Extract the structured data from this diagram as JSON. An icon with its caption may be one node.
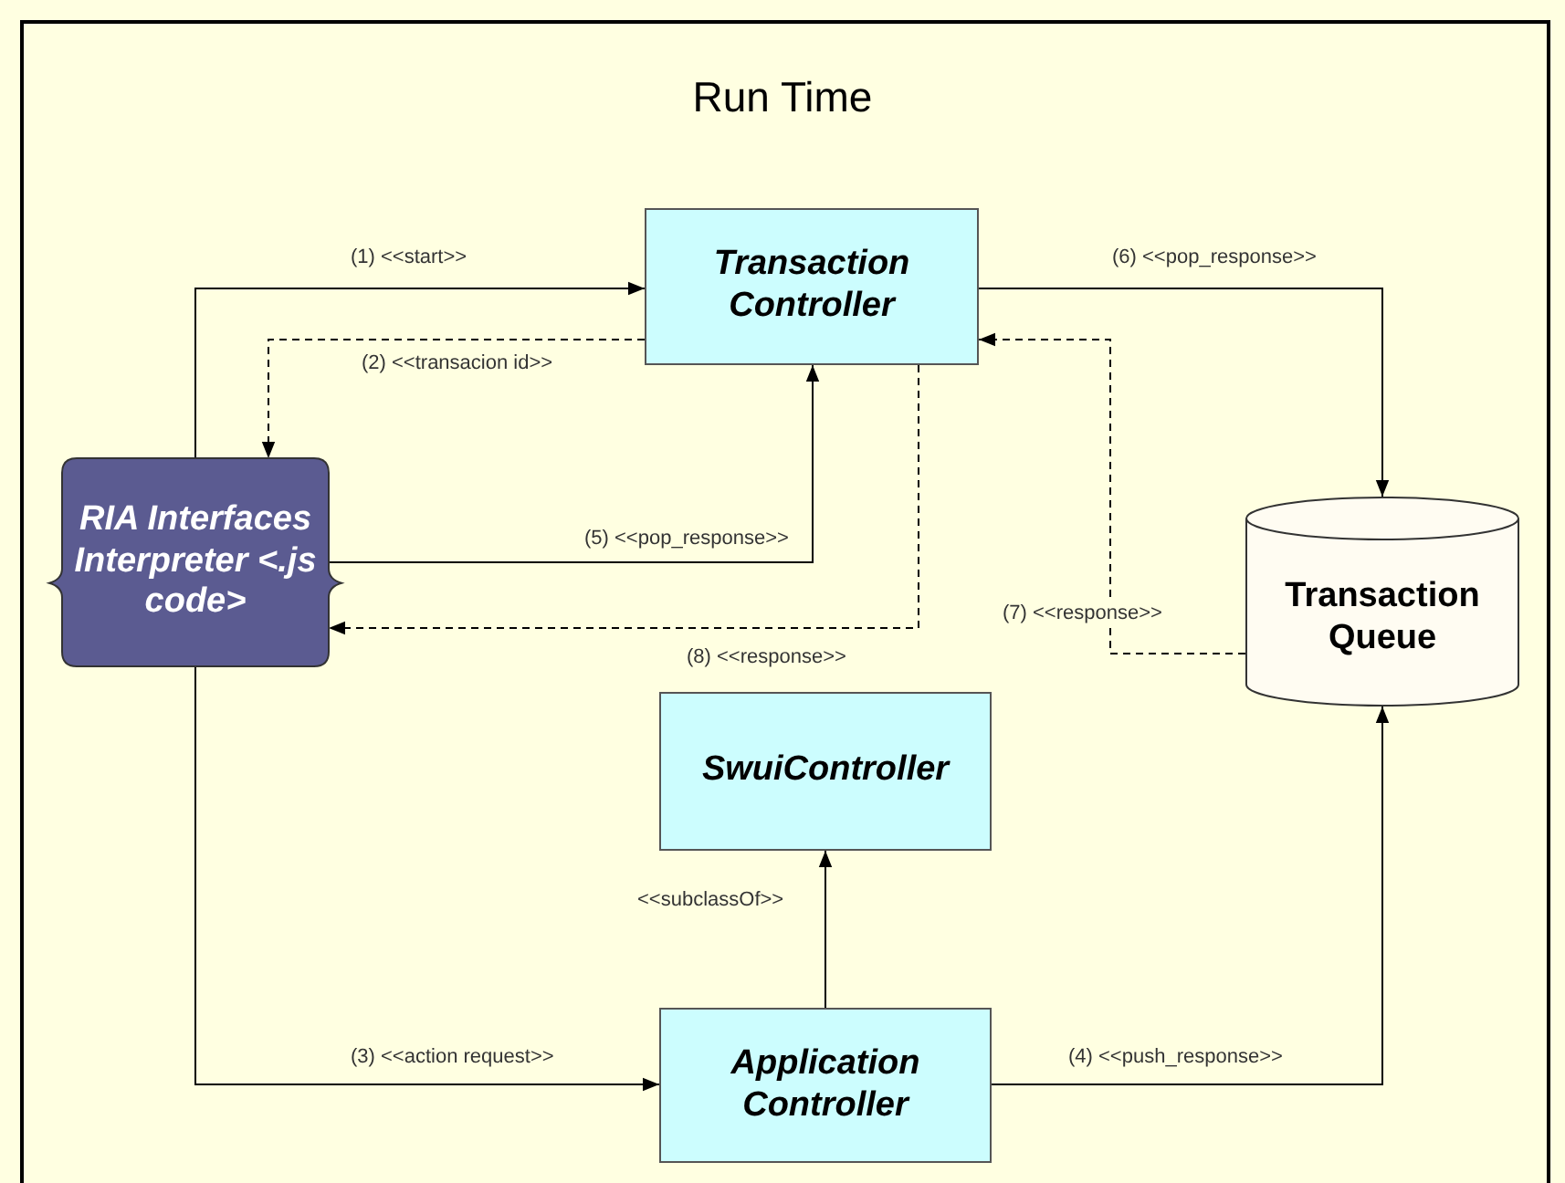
{
  "diagram": {
    "title": "Run Time",
    "nodes": [
      {
        "text": [
          "Transaction Controller"
        ]
      },
      {
        "text": [
          "RIA Interfaces Interpreter <.js code>"
        ]
      },
      {
        "text": [
          "Transaction Queue"
        ]
      },
      {
        "text": [
          "SwuiController"
        ]
      },
      {
        "text": [
          "Application Controller"
        ]
      }
    ],
    "edges": [
      {
        "from": 1,
        "to": 0,
        "arrow": "to",
        "label": "(1) <<start>>"
      },
      {
        "from": 0,
        "to": 1,
        "arrow": "to",
        "label": "(2) <<transacion id>>",
        "style": "dashed"
      },
      {
        "from": 1,
        "to": 4,
        "arrow": "to",
        "label": "(3) <<action request>>"
      },
      {
        "from": 4,
        "to": 2,
        "arrow": "to",
        "label": "(4) <<push_response>>"
      },
      {
        "from": 1,
        "to": 0,
        "arrow": "to",
        "label": "(5) <<pop_response>>"
      },
      {
        "from": 0,
        "to": 2,
        "arrow": "to",
        "label": "(6) <<pop_response>>"
      },
      {
        "from": 2,
        "to": 0,
        "arrow": "to",
        "label": "(7) <<response>>",
        "style": "dashed"
      },
      {
        "from": 0,
        "to": 1,
        "arrow": "to",
        "label": "(8) <<response>>",
        "style": "dashed"
      },
      {
        "from": 4,
        "to": 3,
        "arrow": "to",
        "label": "<<subclassOf>>"
      }
    ]
  }
}
